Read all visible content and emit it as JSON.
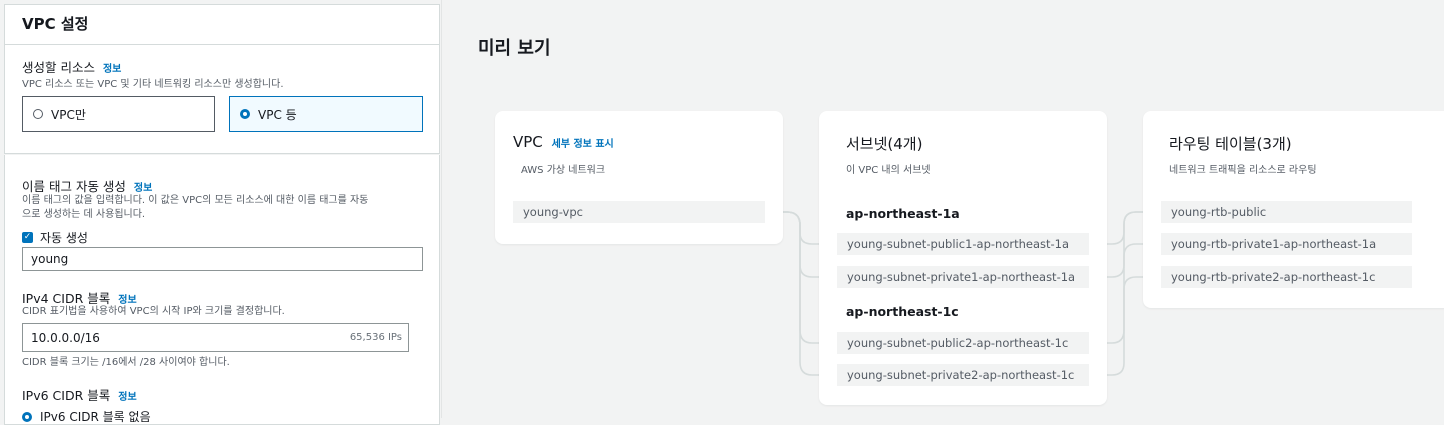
{
  "settings": {
    "title": "VPC 설정",
    "resources": {
      "label": "생성할 리소스",
      "info": "정보",
      "desc": "VPC 리소스 또는 VPC 및 기타 네트워킹 리소스만 생성합니다.",
      "option_vpc_only": "VPC만",
      "option_vpc_more": "VPC 등",
      "selected": "VPC 등"
    },
    "name_tag": {
      "label": "이름 태그 자동 생성",
      "info": "정보",
      "desc_line1": "이름 태그의 값을 입력합니다. 이 값은 VPC의 모든 리소스에 대한 이름 태그를 자동",
      "desc_line2": "으로 생성하는 데 사용됩니다.",
      "auto_label": "자동 생성",
      "auto_checked": true,
      "value": "young"
    },
    "ipv4": {
      "label": "IPv4 CIDR 블록",
      "info": "정보",
      "desc": "CIDR 표기법을 사용하여 VPC의 시작 IP와 크기를 결정합니다.",
      "value": "10.0.0.0/16",
      "ip_count": "65,536 IPs",
      "hint": "CIDR 블록 크기는 /16에서 /28 사이여야 합니다."
    },
    "ipv6": {
      "label": "IPv6 CIDR 블록",
      "info": "정보",
      "option_none": "IPv6 CIDR 블록 없음"
    }
  },
  "preview": {
    "title": "미리 보기",
    "vpc": {
      "title": "VPC",
      "detail_link": "세부 정보 표시",
      "subtitle": "AWS 가상 네트워크",
      "name": "young-vpc"
    },
    "subnets": {
      "title": "서브넷(4개)",
      "subtitle": "이 VPC 내의 서브넷",
      "az1": "ap-northeast-1a",
      "az1_items": [
        "young-subnet-public1-ap-northeast-1a",
        "young-subnet-private1-ap-northeast-1a"
      ],
      "az2": "ap-northeast-1c",
      "az2_items": [
        "young-subnet-public2-ap-northeast-1c",
        "young-subnet-private2-ap-northeast-1c"
      ]
    },
    "route_tables": {
      "title": "라우팅 테이블(3개)",
      "subtitle": "네트워크 트래픽을 리소스로 라우팅",
      "items": [
        "young-rtb-public",
        "young-rtb-private1-ap-northeast-1a",
        "young-rtb-private2-ap-northeast-1c"
      ]
    }
  }
}
